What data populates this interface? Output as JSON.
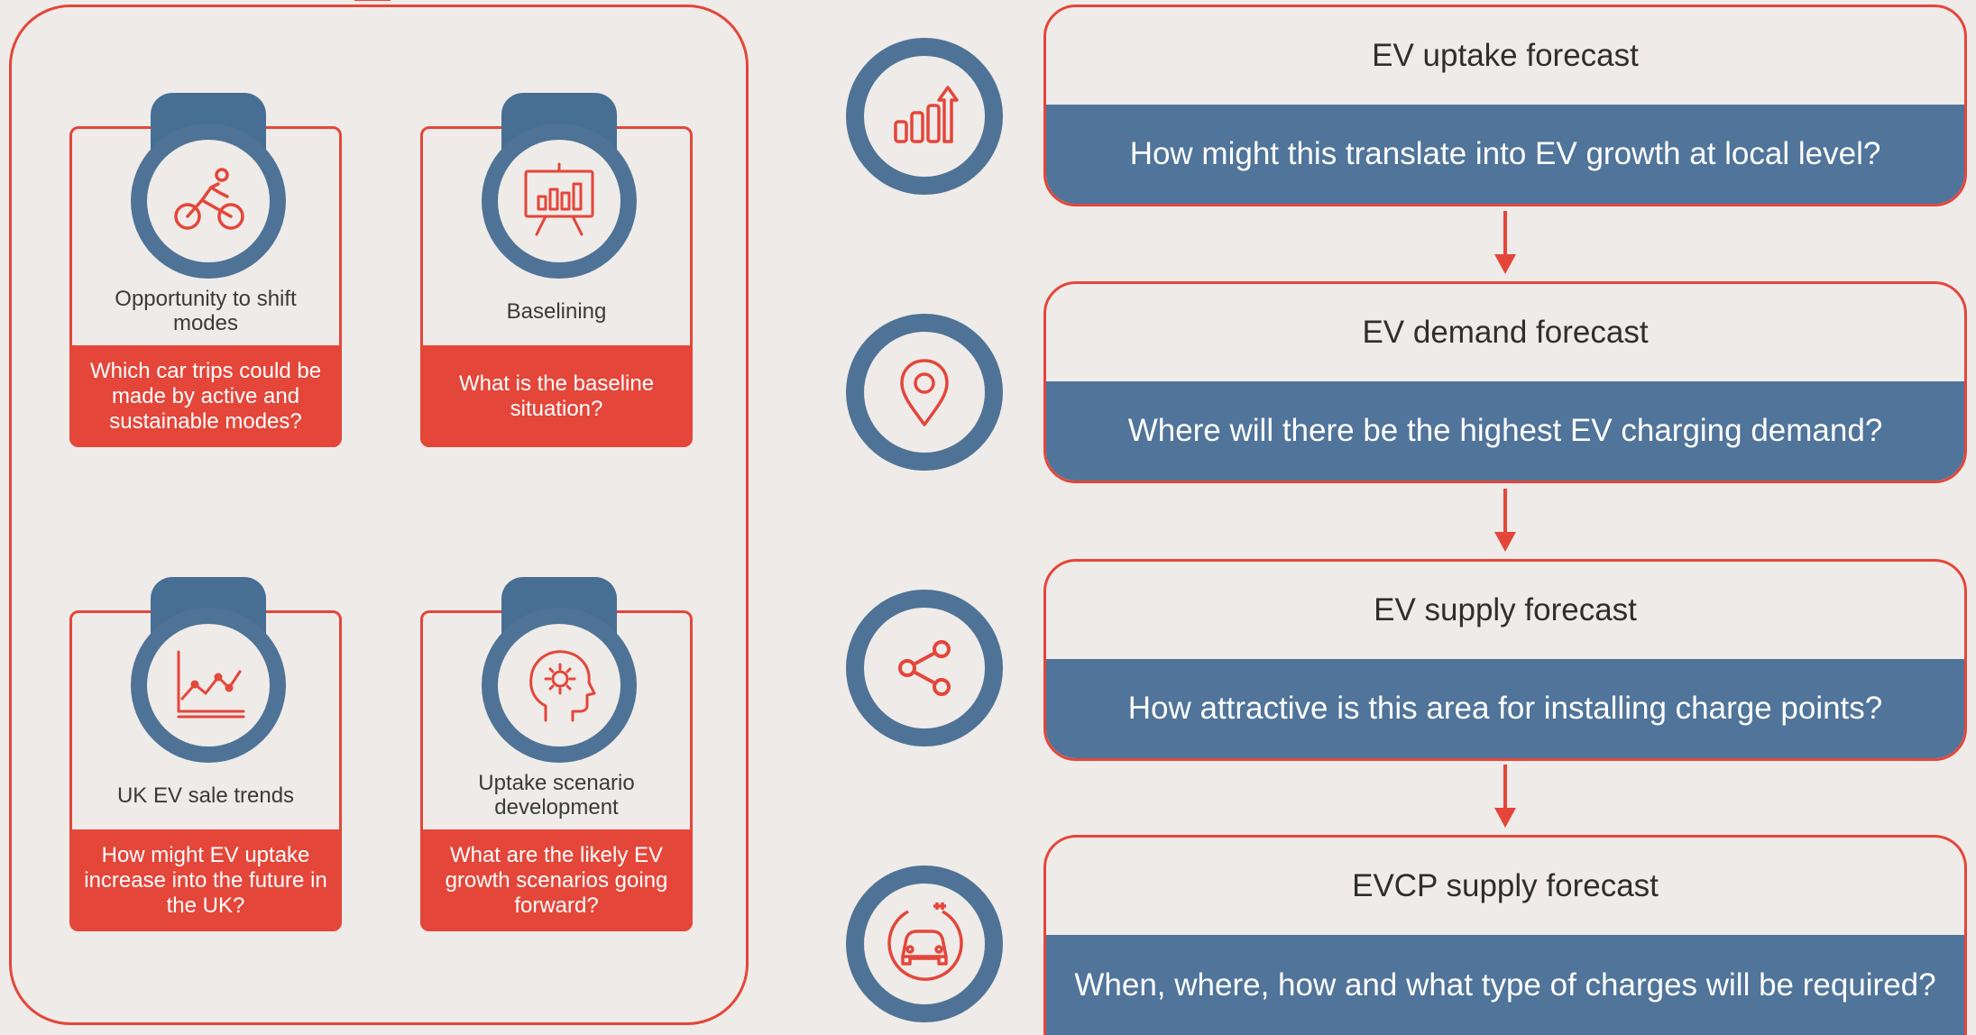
{
  "left_panel": {
    "cards": [
      {
        "icon": "cyclist-icon",
        "title": "Opportunity to shift modes",
        "question": "Which car trips could be made by active and sustainable modes?"
      },
      {
        "icon": "presentation-chart-icon",
        "title": "Baselining",
        "question": "What is the baseline situation?"
      },
      {
        "icon": "line-chart-icon",
        "title": "UK EV sale trends",
        "question": "How might EV uptake increase into the future in the UK?"
      },
      {
        "icon": "head-gear-icon",
        "title": "Uptake scenario development",
        "question": "What are the likely EV growth scenarios going forward?"
      }
    ]
  },
  "forecasts": [
    {
      "icon": "growth-bars-icon",
      "title": "EV uptake forecast",
      "question": "How might this translate into EV growth at local level?"
    },
    {
      "icon": "location-pin-icon",
      "title": "EV demand forecast",
      "question": "Where will there be the highest EV charging demand?"
    },
    {
      "icon": "share-network-icon",
      "title": "EV supply forecast",
      "question": "How attractive is this area for installing charge points?"
    },
    {
      "icon": "electric-car-icon",
      "title": "EVCP supply forecast",
      "question": "When, where, how and what type of charges will be required?"
    }
  ],
  "colors": {
    "accent_red": "#e4463a",
    "accent_blue": "#4f7396",
    "background": "#efebe8"
  }
}
